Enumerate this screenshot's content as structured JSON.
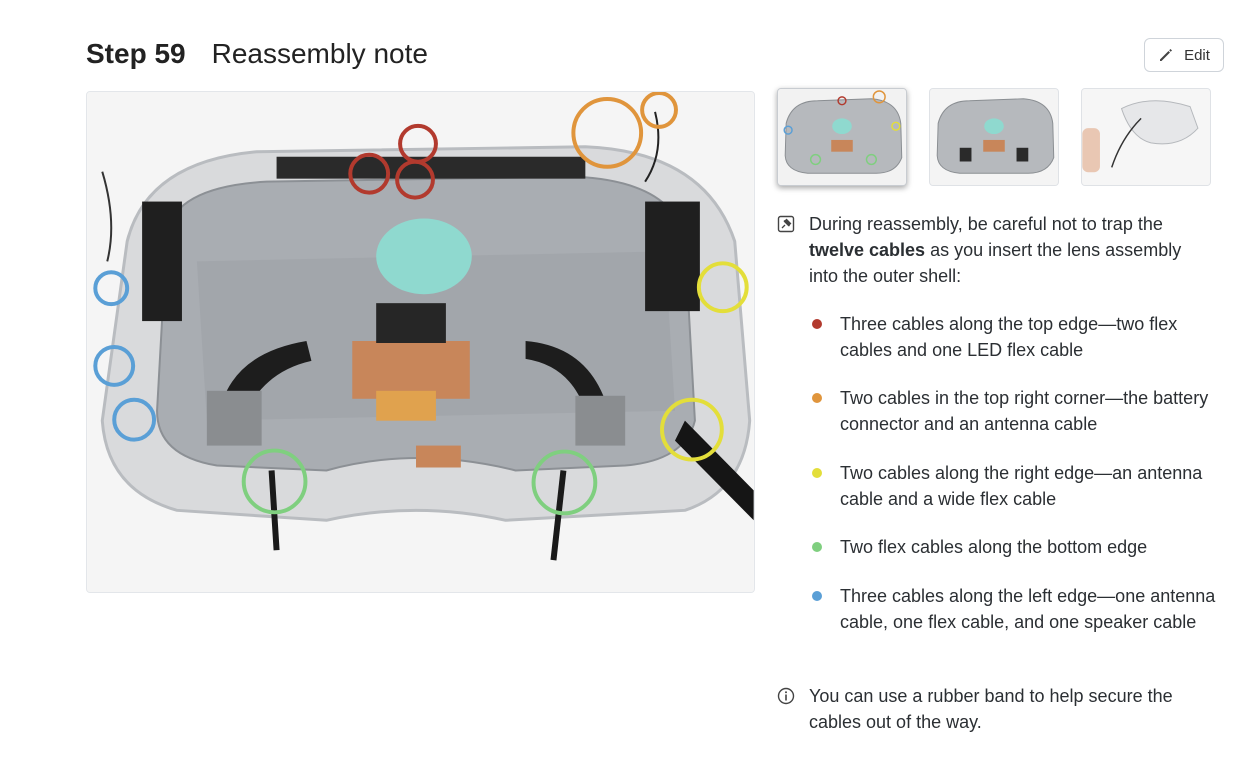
{
  "header": {
    "step_number": "Step 59",
    "step_title": "Reassembly note"
  },
  "edit_button": {
    "label": "Edit",
    "icon": "pencil-icon"
  },
  "thumbnails": [
    {
      "label": "thumbnail-1",
      "active": true
    },
    {
      "label": "thumbnail-2",
      "active": false
    },
    {
      "label": "thumbnail-3",
      "active": false
    }
  ],
  "instructions": {
    "main": {
      "icon": "pin-icon",
      "text_before": "During reassembly, be careful not to trap the ",
      "bold": "twelve cables",
      "text_after": " as you insert the lens assembly into the outer shell:"
    },
    "items": [
      {
        "color": "#b23a2e",
        "text": "Three cables along the top edge—two flex cables and one LED flex cable"
      },
      {
        "color": "#e0953c",
        "text": "Two cables in the top right corner—the battery connector and an antenna cable"
      },
      {
        "color": "#e3de3a",
        "text": "Two cables along the right edge—an antenna cable and a wide flex cable"
      },
      {
        "color": "#7fcf7f",
        "text": "Two flex cables along the bottom edge"
      },
      {
        "color": "#5a9fd6",
        "text": "Three cables along the left edge—one antenna cable, one flex cable, and one speaker cable"
      }
    ],
    "note": {
      "icon": "info-icon",
      "text": "You can use a rubber band to help secure the cables out of the way."
    }
  },
  "marker_colors": {
    "red": "#b23a2e",
    "orange": "#e0953c",
    "yellow": "#e3de3a",
    "green": "#7fcf7f",
    "blue": "#5a9fd6"
  }
}
